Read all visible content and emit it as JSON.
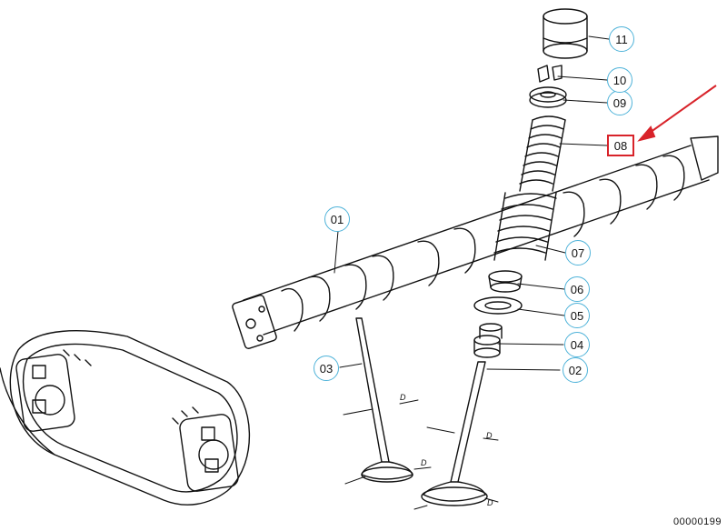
{
  "callouts": [
    {
      "id": "01",
      "label": "01"
    },
    {
      "id": "02",
      "label": "02"
    },
    {
      "id": "03",
      "label": "03"
    },
    {
      "id": "04",
      "label": "04"
    },
    {
      "id": "05",
      "label": "05"
    },
    {
      "id": "06",
      "label": "06"
    },
    {
      "id": "07",
      "label": "07"
    },
    {
      "id": "08",
      "label": "08",
      "highlighted": true
    },
    {
      "id": "09",
      "label": "09"
    },
    {
      "id": "10",
      "label": "10"
    },
    {
      "id": "11",
      "label": "11"
    }
  ],
  "dimension_labels": [
    "D",
    "D",
    "D",
    "D"
  ],
  "document_number": "00000199",
  "colors": {
    "callout_border": "#4fb3d9",
    "highlight": "#d8232a",
    "line": "#111111"
  }
}
